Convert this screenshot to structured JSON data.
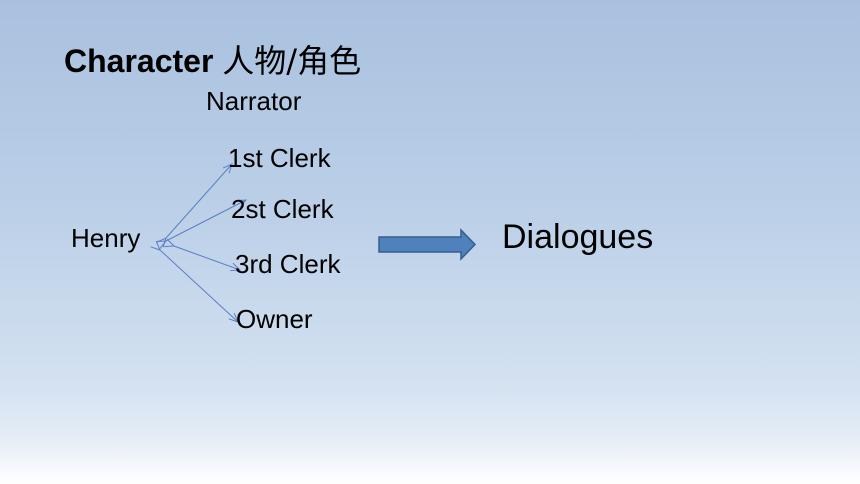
{
  "title": {
    "text_en": "Character",
    "text_zh": "人物/角色"
  },
  "nodes": {
    "narrator": "Narrator",
    "clerk1": "1st Clerk",
    "clerk2": "2st Clerk",
    "clerk3": "3rd Clerk",
    "owner": "Owner",
    "henry": "Henry",
    "dialogues": "Dialogues"
  },
  "colors": {
    "connector": "#5b7fc4",
    "arrow_fill": "#4f81bd",
    "arrow_stroke": "#385d8a"
  }
}
